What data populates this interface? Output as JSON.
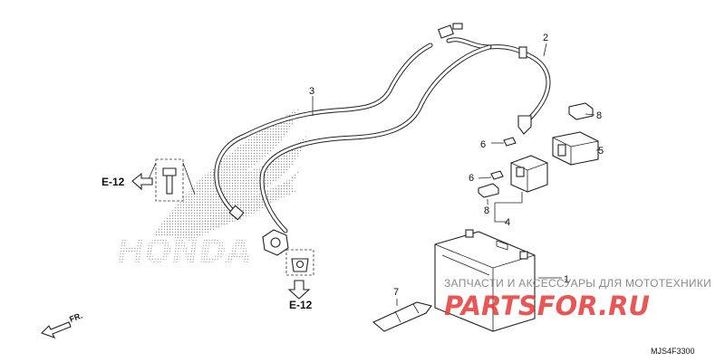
{
  "diagram": {
    "code": "MJS4F3300",
    "direction_label": "FR.",
    "references": [
      {
        "id": "ref-upper",
        "label": "E-12"
      },
      {
        "id": "ref-lower",
        "label": "E-12"
      }
    ],
    "callouts": [
      {
        "id": "1",
        "label": "1"
      },
      {
        "id": "2",
        "label": "2"
      },
      {
        "id": "3",
        "label": "3"
      },
      {
        "id": "4",
        "label": "4"
      },
      {
        "id": "5",
        "label": "5"
      },
      {
        "id": "6a",
        "label": "6"
      },
      {
        "id": "6b",
        "label": "6"
      },
      {
        "id": "7",
        "label": "7"
      },
      {
        "id": "8a",
        "label": "8"
      },
      {
        "id": "8b",
        "label": "8"
      }
    ],
    "background_logo": "HONDA"
  },
  "watermark": {
    "text": "ЗАПЧАСТИ И АКСЕССУАРЫ ДЛЯ МОТОТЕХНИКИ",
    "logo": "PARTSFOR.RU",
    "color": "#e63939"
  }
}
